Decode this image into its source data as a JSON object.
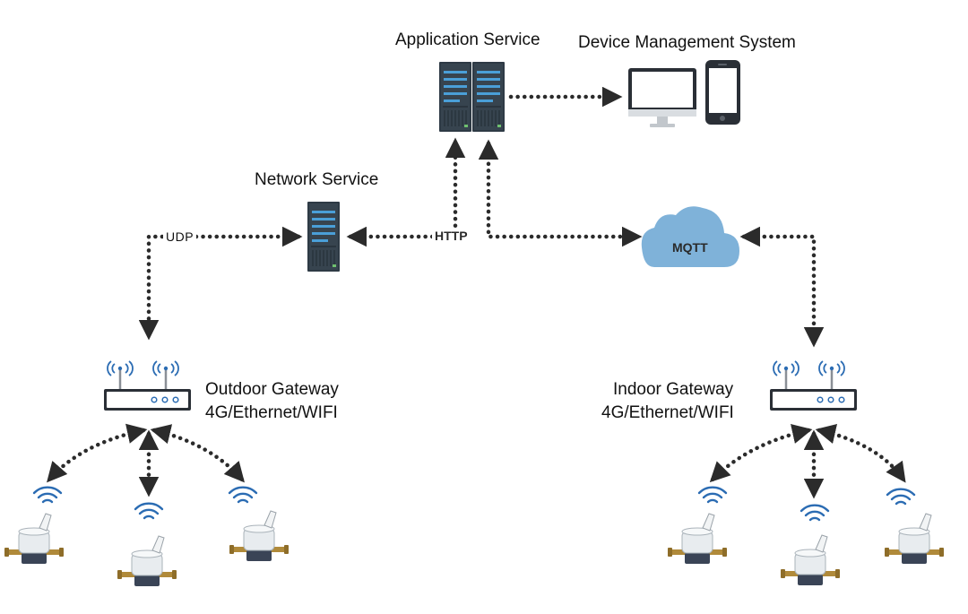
{
  "labels": {
    "application_service": "Application Service",
    "device_management_system": "Device Management System",
    "network_service": "Network Service",
    "udp": "UDP",
    "http": "HTTP",
    "mqtt": "MQTT",
    "outdoor_gateway_name": "Outdoor Gateway",
    "outdoor_gateway_conn": "4G/Ethernet/WIFI",
    "indoor_gateway_name": "Indoor Gateway",
    "indoor_gateway_conn": "4G/Ethernet/WIFI"
  },
  "colors": {
    "server_body": "#2e3a45",
    "server_led": "#4a9fd8",
    "cloud": "#7fb2d9",
    "wifi": "#2b6cb3",
    "gateway_body": "#2a2f36",
    "arrow": "#2b2b2b"
  },
  "icons": [
    "server-icon",
    "monitor-icon",
    "phone-icon",
    "cloud-icon",
    "gateway-router-icon",
    "wifi-signal-icon",
    "water-meter-icon"
  ]
}
